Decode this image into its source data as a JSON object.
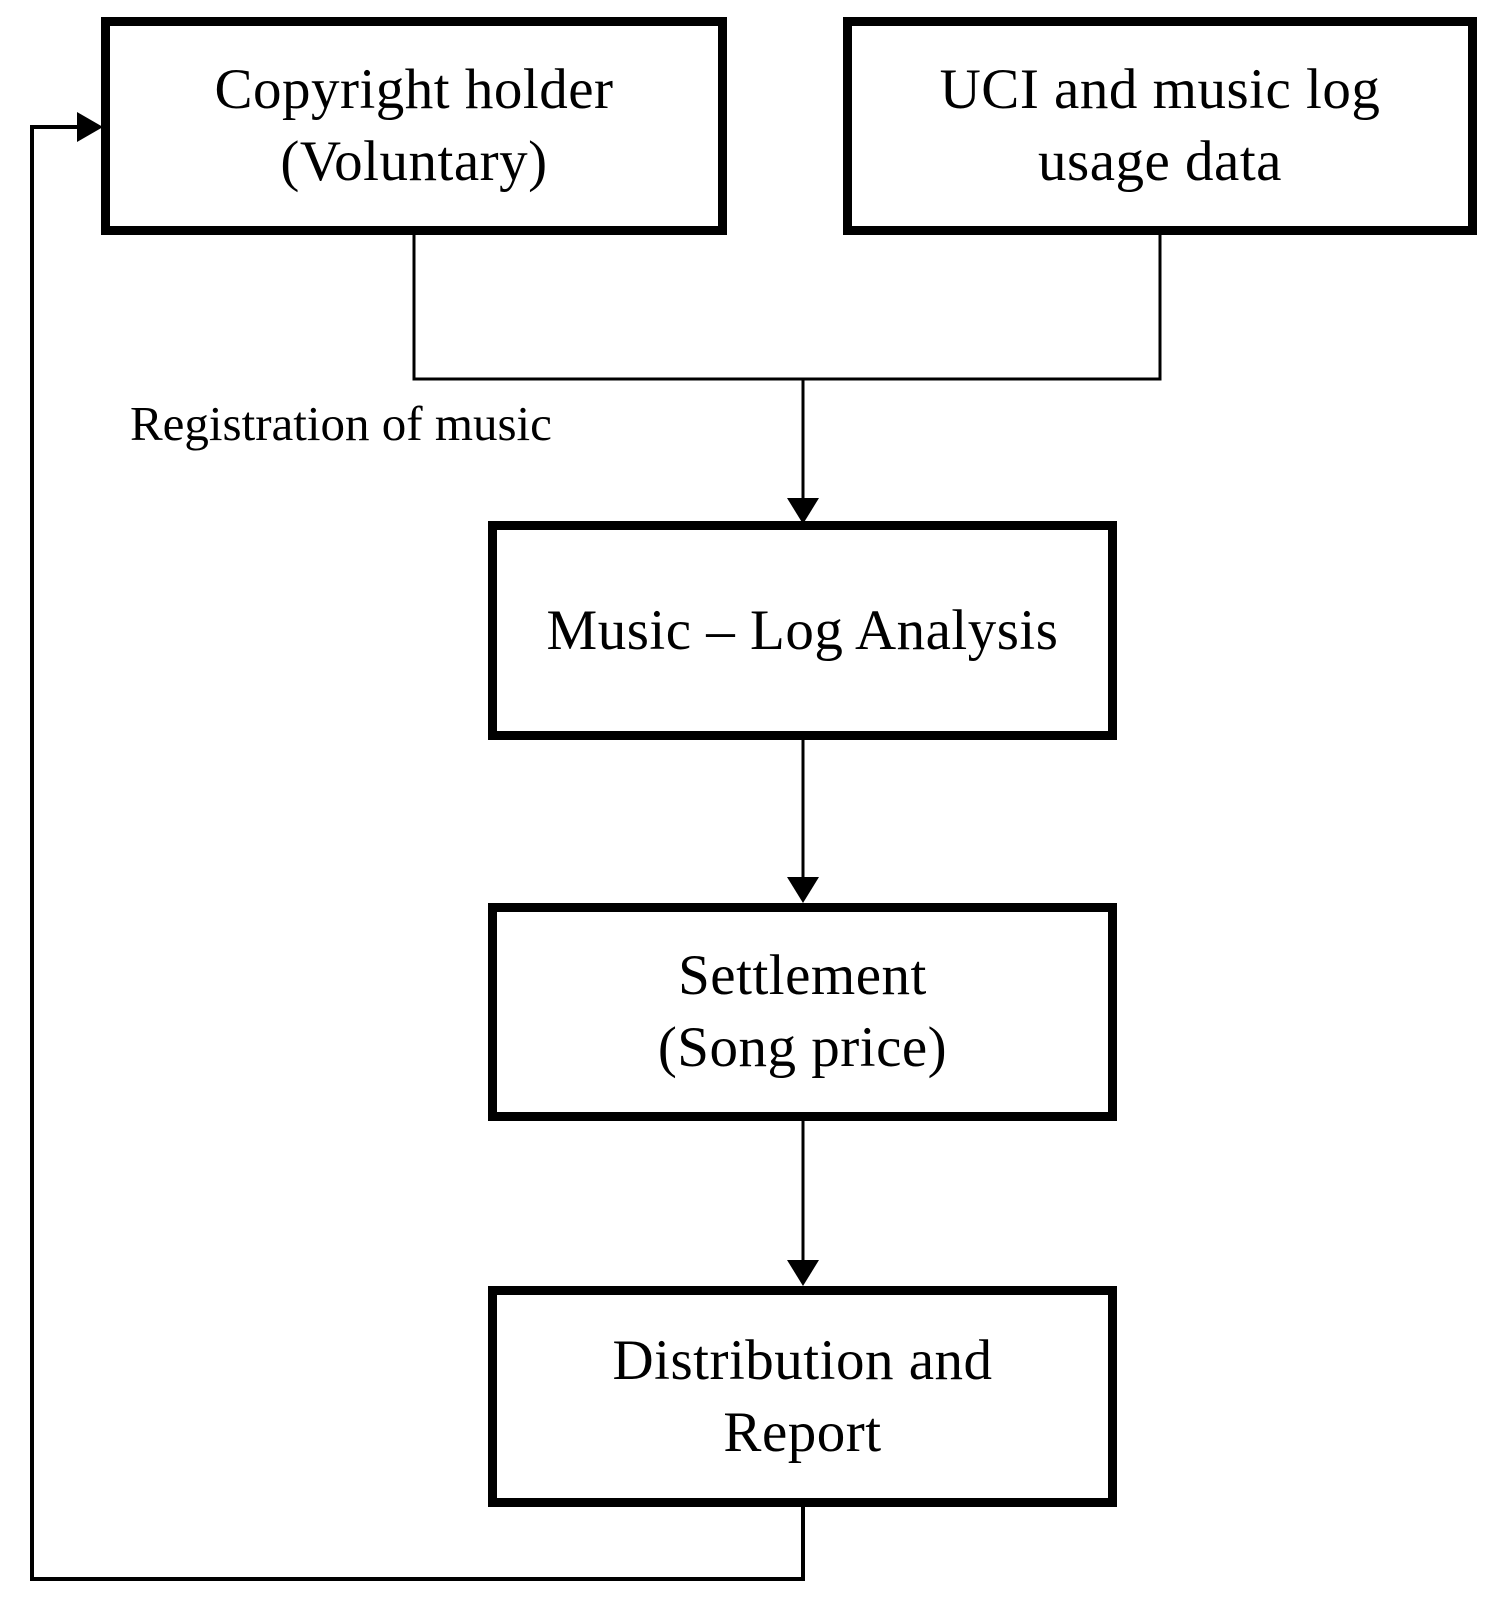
{
  "diagram": {
    "background_color": "#ffffff",
    "line_color": "#000000",
    "nodes": {
      "copyright_holder": {
        "line1": "Copyright holder",
        "line2": "(Voluntary)"
      },
      "uci_usage": {
        "line1": "UCI and music log",
        "line2": "usage data"
      },
      "music_log_analysis": {
        "line1": "Music – Log Analysis"
      },
      "settlement": {
        "line1": "Settlement",
        "line2": "(Song price)"
      },
      "distribution_report": {
        "line1": "Distribution and",
        "line2": "Report"
      }
    },
    "labels": {
      "registration": "Registration of music"
    }
  }
}
